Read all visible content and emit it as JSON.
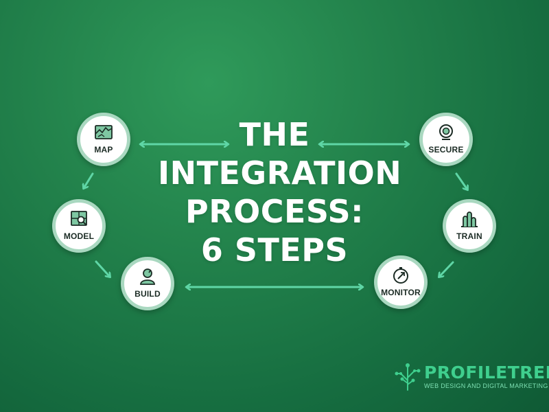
{
  "title": {
    "line1": "THE",
    "line2": "INTEGRATION",
    "line3": "PROCESS:",
    "line4": "6 STEPS"
  },
  "steps": [
    {
      "label": "MAP",
      "icon": "map-icon"
    },
    {
      "label": "MODEL",
      "icon": "model-icon"
    },
    {
      "label": "BUILD",
      "icon": "person-icon"
    },
    {
      "label": "MONITOR",
      "icon": "compass-gauge-icon"
    },
    {
      "label": "TRAIN",
      "icon": "building-icon"
    },
    {
      "label": "SECURE",
      "icon": "camera-lens-icon"
    }
  ],
  "logo": {
    "brand": "PROFILETREE",
    "tagline": "WEB DESIGN AND DIGITAL MARKETING",
    "icon": "circuit-tree-icon"
  },
  "colors": {
    "background": "#1f7f49",
    "arrow": "#5fd6a6",
    "node_ring": "#a9d8c0",
    "title": "#ffffff",
    "brand": "#3fcf8e"
  }
}
